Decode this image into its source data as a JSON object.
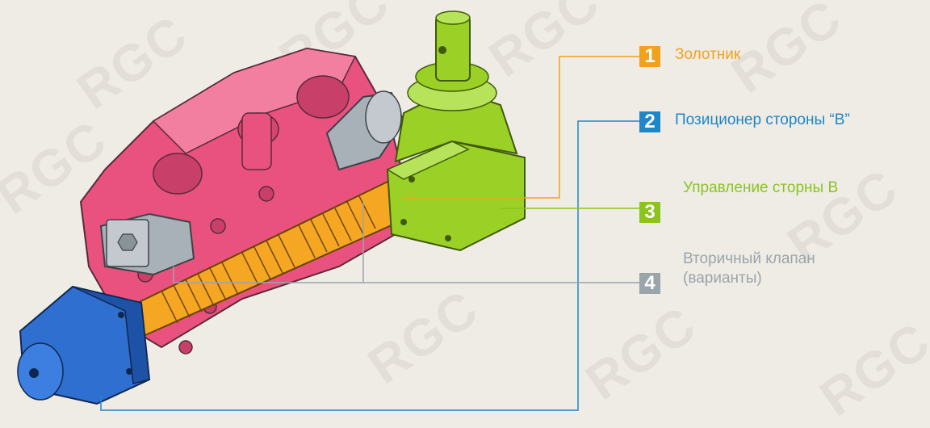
{
  "watermark": "RGC",
  "callouts": [
    {
      "number": "1",
      "text": "Золотник",
      "color": "#f0a21c"
    },
    {
      "number": "2",
      "text": "Позиционер стороны “B”",
      "color": "#1f86c8"
    },
    {
      "number": "3",
      "text": "Управление сторны B",
      "color": "#8bc31f"
    },
    {
      "number": "4",
      "text_line1": "Вторичный клапан",
      "text_line2": "(варианты)",
      "color": "#9aa4ab"
    }
  ],
  "colors": {
    "body_housing": "#e9527e",
    "spool": "#f5a623",
    "positioner": "#2f6fd0",
    "control": "#9bd126",
    "secondary_valve": "#a9b1b8",
    "background": "#efece6"
  }
}
